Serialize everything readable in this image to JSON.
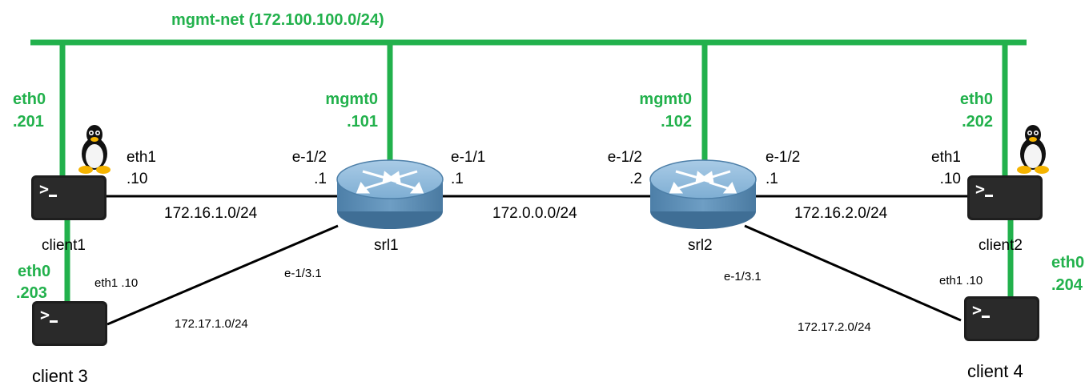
{
  "network": {
    "mgmt_title": "mgmt-net (172.100.100.0/24)"
  },
  "colors": {
    "mgmt": "#22b14c",
    "link": "#000000",
    "router_fill": "#6e9ec4",
    "terminal": "#1e1e1e"
  },
  "nodes": {
    "client1": {
      "name": "client1",
      "mgmt_if": "eth0",
      "mgmt_ip": ".201",
      "data_if": "eth1",
      "data_ip": ".10"
    },
    "client2": {
      "name": "client2",
      "mgmt_if": "eth0",
      "mgmt_ip": ".202",
      "data_if": "eth1",
      "data_ip": ".10"
    },
    "client3": {
      "name": "client 3",
      "mgmt_if": "eth0",
      "mgmt_ip": ".203",
      "data_label": "eth1 .10"
    },
    "client4": {
      "name": "client 4",
      "mgmt_if": "eth0",
      "mgmt_ip": ".204",
      "data_label": "eth1 .10"
    },
    "srl1": {
      "name": "srl1",
      "mgmt_if": "mgmt0",
      "mgmt_ip": ".101",
      "if_left": "e-1/2",
      "ip_left": ".1",
      "if_right": "e-1/1",
      "ip_right": ".1",
      "if_sub": "e-1/3.1"
    },
    "srl2": {
      "name": "srl2",
      "mgmt_if": "mgmt0",
      "mgmt_ip": ".102",
      "if_left": "e-1/2",
      "ip_left": ".2",
      "if_right": "e-1/2",
      "ip_right": ".1",
      "if_sub": "e-1/3.1"
    }
  },
  "subnets": {
    "c1_srl1": "172.16.1.0/24",
    "srl1_srl2": "172.0.0.0/24",
    "srl2_c2": "172.16.2.0/24",
    "c3_srl1": "172.17.1.0/24",
    "srl2_c4": "172.17.2.0/24"
  },
  "icons": {
    "router": "router-icon",
    "terminal": "terminal-icon",
    "linux": "tux-icon"
  }
}
